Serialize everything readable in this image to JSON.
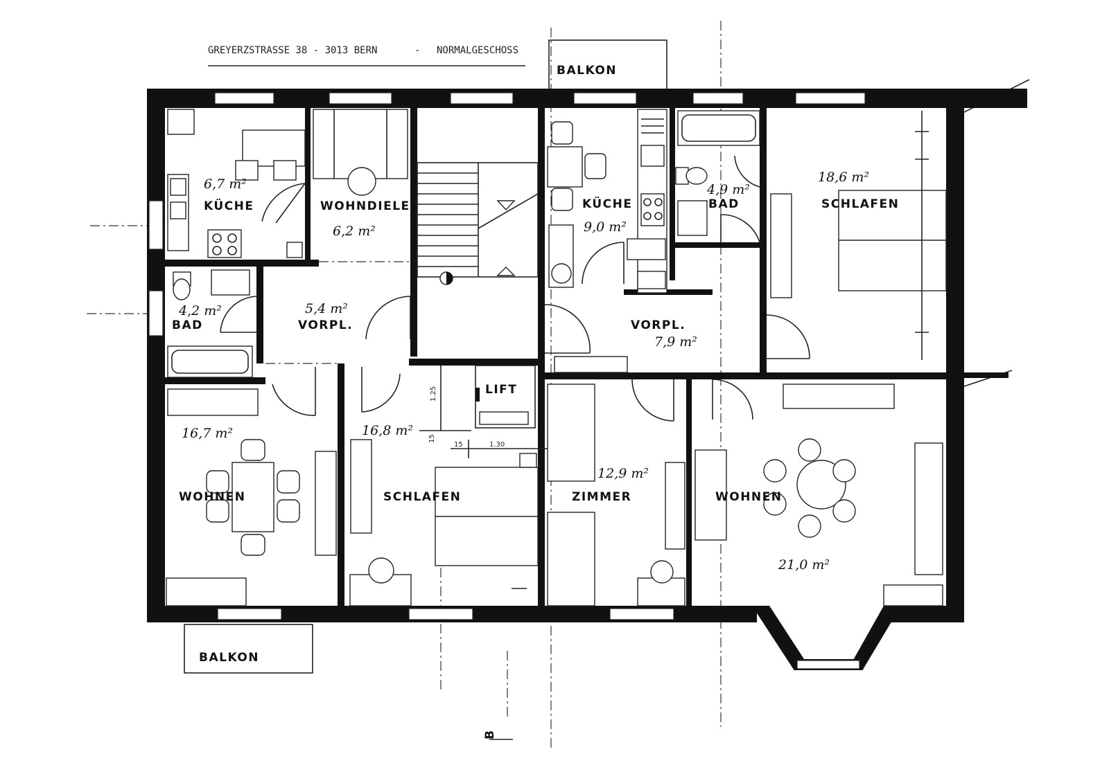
{
  "header": {
    "address": "GREYERZSTRASSE 38 - 3013 BERN",
    "separator": "-",
    "floor": "NORMALGESCHOSS"
  },
  "rooms": {
    "west_kueche": {
      "name": "KÜCHE",
      "area": "6,7 m²"
    },
    "wohndiele": {
      "name": "WOHNDIELE",
      "area": "6,2 m²"
    },
    "west_bad": {
      "name": "BAD",
      "area": "4,2 m²"
    },
    "west_vorpl": {
      "name": "VORPL.",
      "area": "5,4 m²"
    },
    "west_wohnen": {
      "name": "WOHNEN",
      "area": "16,7 m²"
    },
    "west_schlafen": {
      "name": "SCHLAFEN",
      "area": "16,8 m²"
    },
    "lift": {
      "name": "LIFT"
    },
    "east_kueche": {
      "name": "KÜCHE",
      "area": "9,0 m²"
    },
    "east_bad": {
      "name": "BAD",
      "area": "4,9 m²"
    },
    "east_schlafen": {
      "name": "SCHLAFEN",
      "area": "18,6 m²"
    },
    "east_vorpl": {
      "name": "VORPL.",
      "area": "7,9 m²"
    },
    "zimmer": {
      "name": "ZIMMER",
      "area": "12,9 m²"
    },
    "east_wohnen": {
      "name": "WOHNEN",
      "area": "21,0 m²"
    }
  },
  "balconies": {
    "north": "BALKON",
    "south": "BALKON"
  },
  "dimensions": {
    "d125": "1.25",
    "d15a": "15",
    "d15b": "15",
    "d130": "1.30"
  },
  "section_marker": "B"
}
